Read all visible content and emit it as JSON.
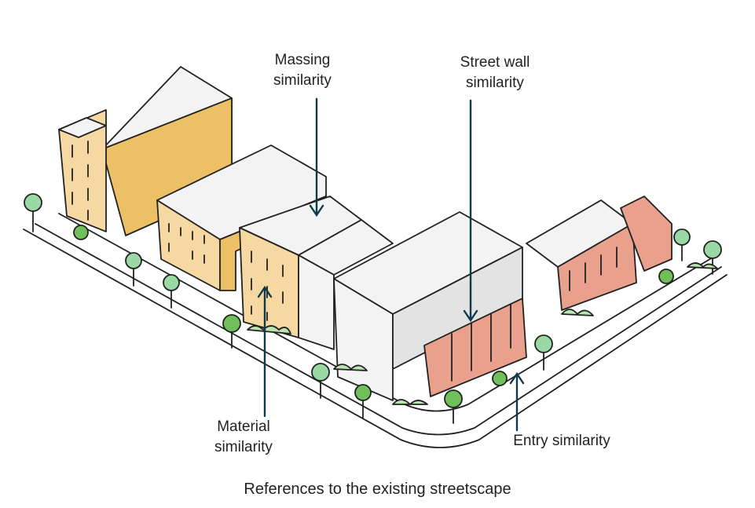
{
  "labels": {
    "massing": {
      "line1": "Massing",
      "line2": "similarity"
    },
    "street_wall": {
      "line1": "Street wall",
      "line2": "similarity"
    },
    "material": {
      "line1": "Material",
      "line2": "similarity"
    },
    "entry": {
      "line1": "Entry similarity"
    }
  },
  "caption": "References to the existing streetscape",
  "colors": {
    "outline": "#222222",
    "arrow": "#0f3a4a",
    "tan_light": "#f6d9a2",
    "tan_dark": "#ecc065",
    "grey_light": "#f3f3f3",
    "grey_mid": "#e3e3e3",
    "brick": "#e9a08c",
    "brick_dark": "#d9806b",
    "tree_green": "#9ad9a4",
    "tree_dark": "#6fbf5a",
    "hedge": "#b9e6b0"
  }
}
